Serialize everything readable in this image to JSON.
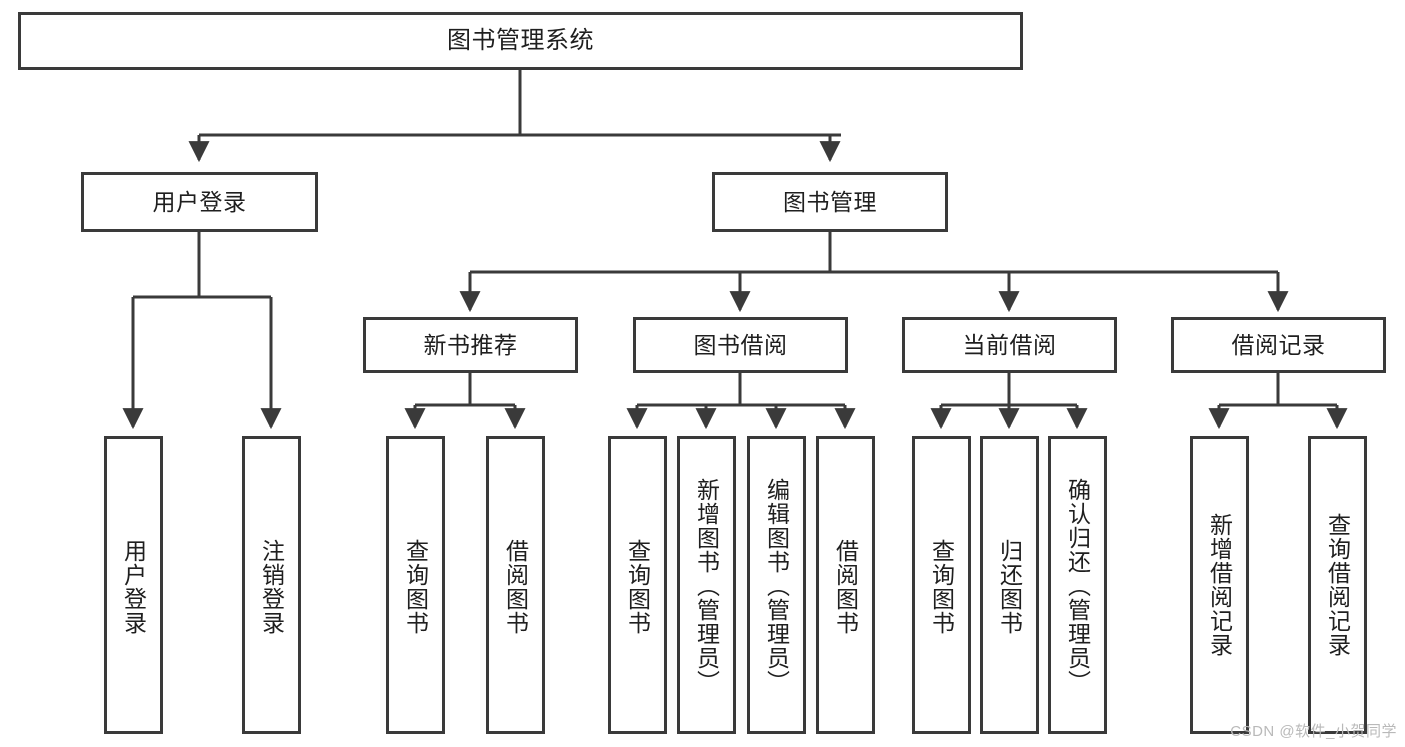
{
  "diagram": {
    "type": "tree-hierarchy",
    "title": "图书管理系统",
    "root": {
      "label": "图书管理系统"
    },
    "level2": [
      {
        "label": "用户登录"
      },
      {
        "label": "图书管理"
      }
    ],
    "level3": [
      {
        "label": "新书推荐"
      },
      {
        "label": "图书借阅"
      },
      {
        "label": "当前借阅"
      },
      {
        "label": "借阅记录"
      }
    ],
    "leaves": {
      "user_login": [
        {
          "label": "用户登录"
        },
        {
          "label": "注销登录"
        }
      ],
      "new_book_recommend": [
        {
          "label": "查询图书"
        },
        {
          "label": "借阅图书"
        }
      ],
      "book_borrow": [
        {
          "label": "查询图书"
        },
        {
          "label": "新增图书（管理员）"
        },
        {
          "label": "编辑图书（管理员）"
        },
        {
          "label": "借阅图书"
        }
      ],
      "current_borrow": [
        {
          "label": "查询图书"
        },
        {
          "label": "归还图书"
        },
        {
          "label": "确认归还（管理员）"
        }
      ],
      "borrow_record": [
        {
          "label": "新增借阅记录"
        },
        {
          "label": "查询借阅记录"
        }
      ]
    }
  },
  "watermark": {
    "text": "CSDN @软件_小贺同学"
  },
  "colors": {
    "box_border": "#3a3a3a",
    "box_fill": "#ffffff",
    "line": "#3a3a3a",
    "text": "#1f1f1f",
    "watermark": "#b9b9b9",
    "background": "#ffffff"
  }
}
